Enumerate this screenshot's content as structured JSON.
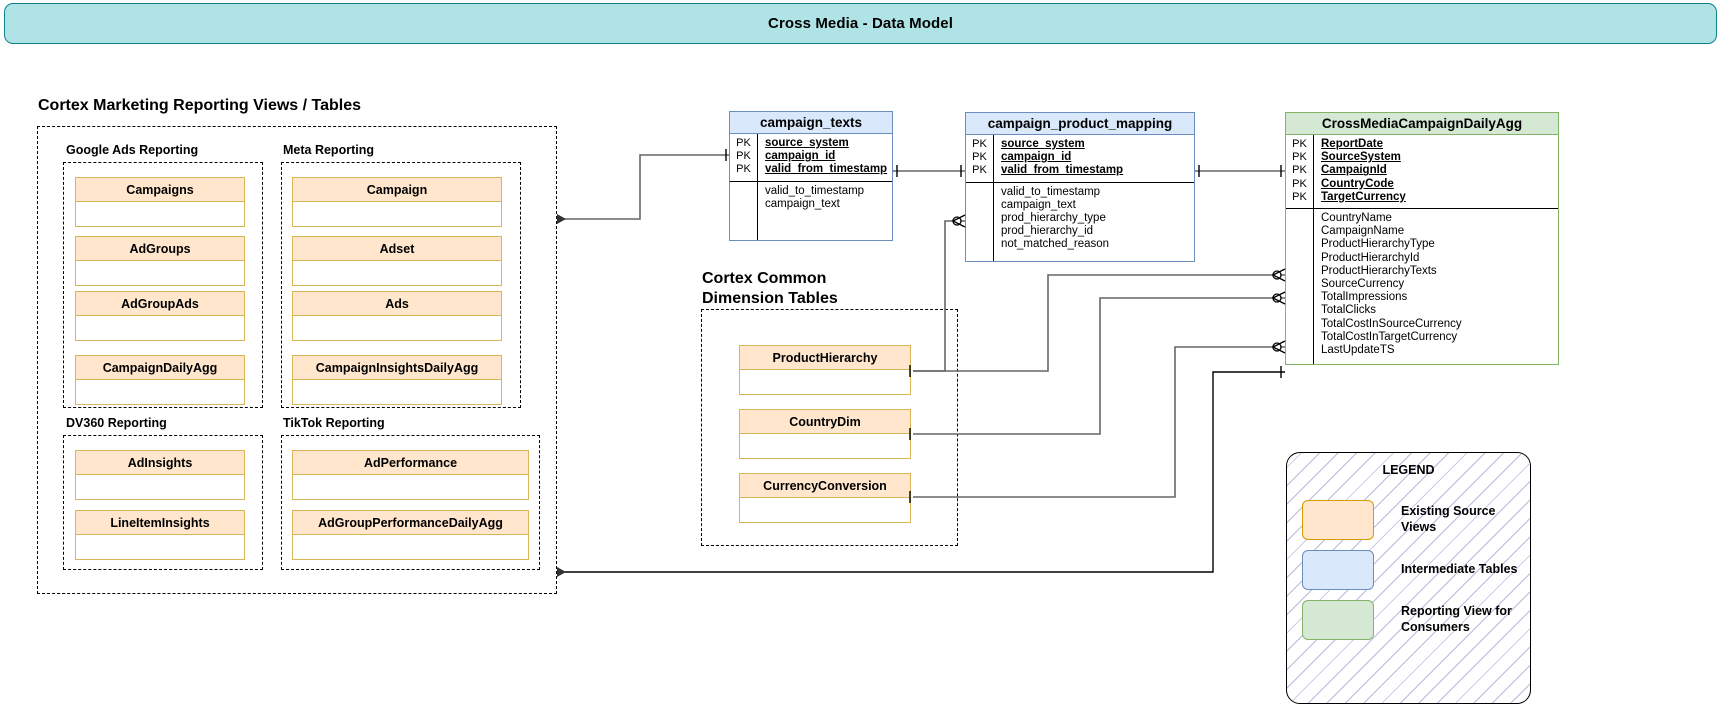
{
  "title": "Cross Media - Data Model",
  "sections": {
    "reporting_views": {
      "heading": "Cortex Marketing Reporting Views / Tables",
      "groups": [
        {
          "label": "Google Ads Reporting",
          "entities": [
            "Campaigns",
            "AdGroups",
            "AdGroupAds",
            "CampaignDailyAgg"
          ]
        },
        {
          "label": "Meta Reporting",
          "entities": [
            "Campaign",
            "Adset",
            "Ads",
            "CampaignInsightsDailyAgg"
          ]
        },
        {
          "label": "DV360 Reporting",
          "entities": [
            "AdInsights",
            "LineItemInsights"
          ]
        },
        {
          "label": "TikTok Reporting",
          "entities": [
            "AdPerformance",
            "AdGroupPerformanceDailyAgg"
          ]
        }
      ]
    },
    "common_dimensions": {
      "heading": "Cortex Common\nDimension Tables",
      "entities": [
        "ProductHierarchy",
        "CountryDim",
        "CurrencyConversion"
      ]
    }
  },
  "tables": [
    {
      "name": "campaign_texts",
      "style": "intermediate",
      "keys": [
        "PK",
        "PK",
        "PK"
      ],
      "pk_fields": [
        "source_system",
        "campaign_id",
        "valid_from_timestamp"
      ],
      "fields": [
        "valid_to_timestamp",
        "campaign_text"
      ]
    },
    {
      "name": "campaign_product_mapping",
      "style": "intermediate",
      "keys": [
        "PK",
        "PK",
        "PK"
      ],
      "pk_fields": [
        "source_system",
        "campaign_id",
        "valid_from_timestamp"
      ],
      "fields": [
        "valid_to_timestamp",
        "campaign_text",
        "prod_hierarchy_type",
        "prod_hierarchy_id",
        "not_matched_reason"
      ]
    },
    {
      "name": "CrossMediaCampaignDailyAgg",
      "style": "reporting",
      "keys": [
        "PK",
        "PK",
        "PK",
        "PK",
        "PK"
      ],
      "pk_fields": [
        "ReportDate",
        "SourceSystem",
        "CampaignId",
        "CountryCode",
        "TargetCurrency"
      ],
      "fields": [
        "CountryName",
        "CampaignName",
        "ProductHierarchyType",
        "ProductHierarchyId",
        "ProductHierarchyTexts",
        "SourceCurrency",
        "TotalImpressions",
        "TotalClicks",
        "TotalCostInSourceCurrency",
        "TotalCostInTargetCurrency",
        "LastUpdateTS"
      ]
    }
  ],
  "legend": {
    "title": "LEGEND",
    "items": [
      {
        "swatch": "orange",
        "label": "Existing Source Views"
      },
      {
        "swatch": "blue",
        "label": "Intermediate Tables"
      },
      {
        "swatch": "green",
        "label": "Reporting View for\nConsumers"
      }
    ]
  },
  "colors": {
    "banner_fill": "#b0e3e6",
    "banner_stroke": "#0e8088",
    "source_fill": "#ffe6cc",
    "source_stroke": "#d6b656",
    "intermediate_fill": "#dae8fc",
    "intermediate_stroke": "#6c8ebf",
    "reporting_fill": "#d5e8d4",
    "reporting_stroke": "#82b366"
  }
}
